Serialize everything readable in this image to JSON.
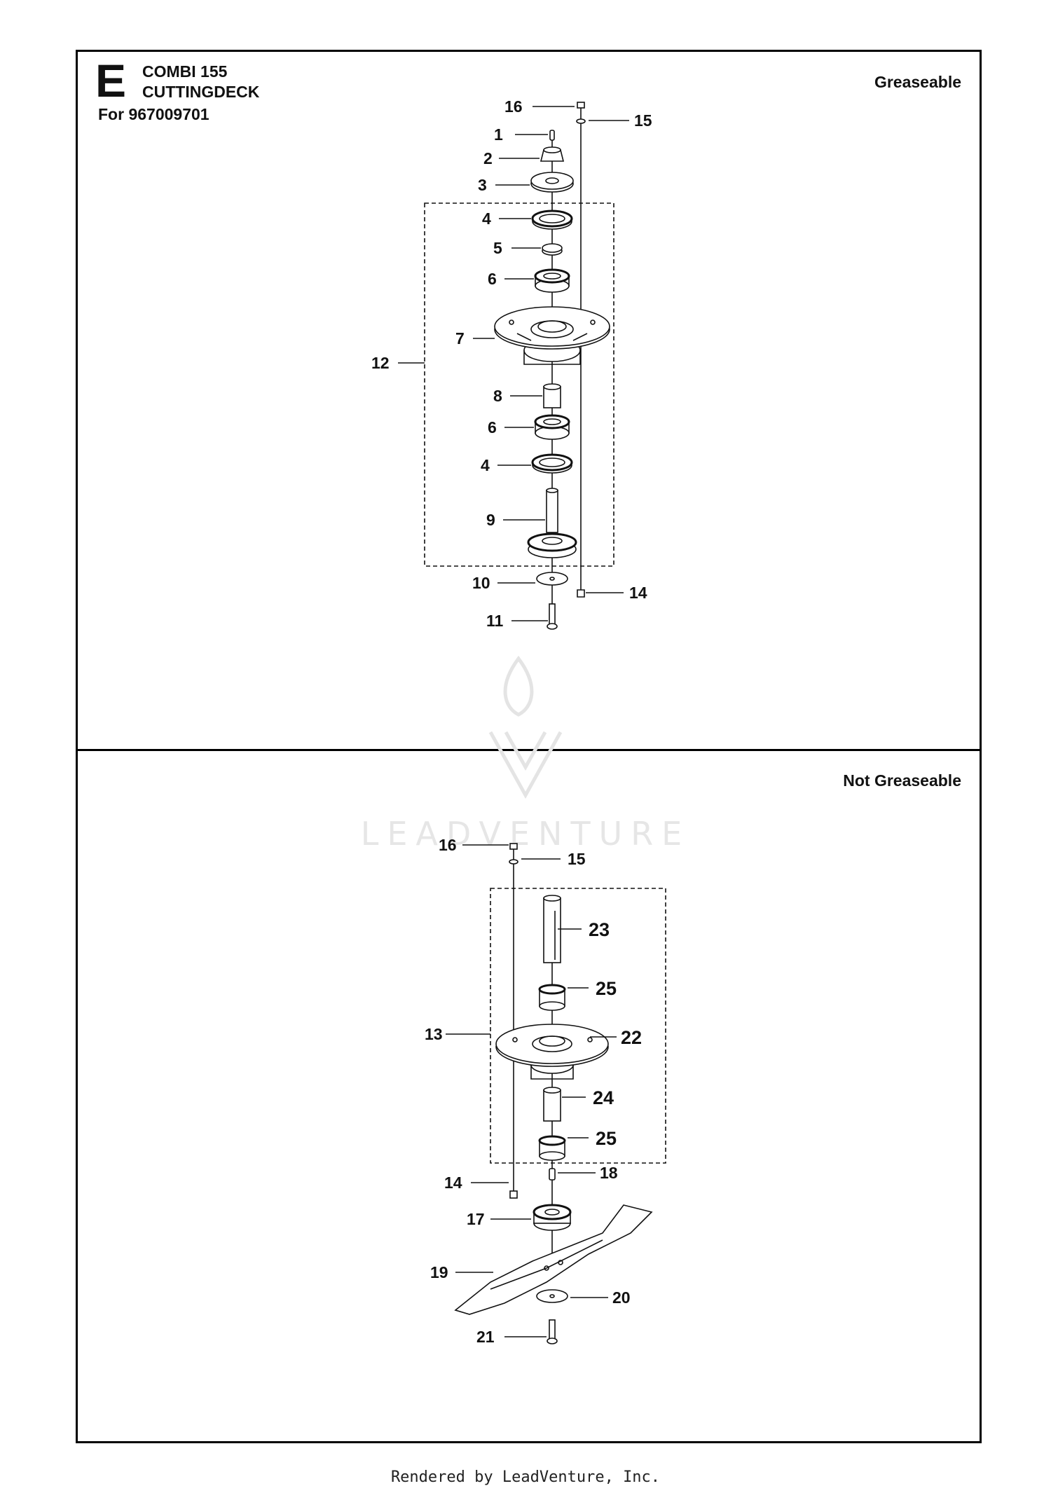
{
  "header": {
    "section_letter": "E",
    "model_line1": "COMBI 155",
    "model_line2": "CUTTINGDECK",
    "for_line": "For 967009701"
  },
  "panels": {
    "top_note": "Greaseable",
    "bottom_note": "Not Greaseable"
  },
  "watermark": "LEADVENTURE",
  "footer": "Rendered by LeadVenture, Inc.",
  "top_callouts": [
    "16",
    "15",
    "1",
    "2",
    "3",
    "4",
    "5",
    "6",
    "7",
    "12",
    "8",
    "6",
    "4",
    "9",
    "10",
    "14",
    "11"
  ],
  "bottom_callouts": [
    "16",
    "15",
    "23",
    "25",
    "13",
    "22",
    "24",
    "25",
    "14",
    "18",
    "17",
    "19",
    "20",
    "21"
  ]
}
